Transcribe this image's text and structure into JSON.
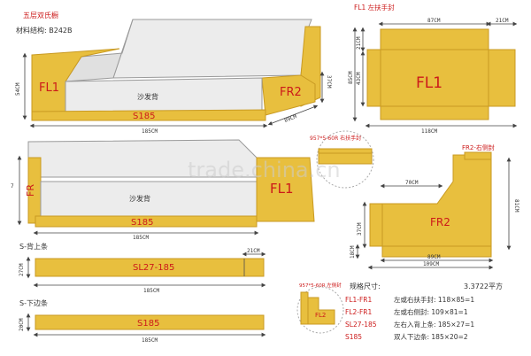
{
  "header": {
    "title": "五层双氏橱",
    "material": "材料结构: B242B"
  },
  "top_sofa": {
    "fl1": "FL1",
    "fr2": "FR2",
    "back": "沙发背",
    "s185": "S185",
    "width": "185CM",
    "depth": "89CM",
    "height": "54CM",
    "arm_h": "37CM"
  },
  "fl1_section": {
    "title": "FL1 左扶手封",
    "label": "FL1",
    "dim_87": "87CM",
    "dim_21_top": "21CM",
    "dim_21_left": "21CM",
    "dim_85": "85CM",
    "dim_43": "43CM",
    "dim_118": "118CM"
  },
  "front_sofa": {
    "fr": "FR",
    "fl1": "FL1",
    "back": "沙发背",
    "s185": "S185",
    "width": "185CM",
    "left_dim": "7"
  },
  "detail_fr": {
    "label": "957*5-60R 右扶手封"
  },
  "fr2_section": {
    "title": "FR2-右侧封",
    "label": "FR2",
    "dim_70": "70CM",
    "dim_81": "81CM",
    "dim_37": "37CM",
    "dim_18": "18CM",
    "dim_89": "89CM",
    "dim_109": "109CM"
  },
  "strip1": {
    "title": "S-背上条",
    "label": "SL27-185",
    "dim_21": "21CM",
    "dim_27": "27CM",
    "width": "185CM"
  },
  "strip2": {
    "title": "S-下边条",
    "label": "S185",
    "dim_20": "20CM",
    "width": "185CM"
  },
  "detail_fl2": {
    "label": "957*5-60R 左侧封",
    "part": "FL2"
  },
  "specs": {
    "title": "规格尺寸:",
    "total": "3.3722平方",
    "rows": [
      {
        "code": "FL1-FR1",
        "desc": "左或右扶手封: 118×85=1"
      },
      {
        "code": "FL2-FR1",
        "desc": "左或右侧封: 109×81=1"
      },
      {
        "code": "SL27-185",
        "desc": "左右入背上条: 185×27=1"
      },
      {
        "code": "S185",
        "desc": "双人下边条: 185×20=2"
      }
    ]
  },
  "watermark": "trade.china.cn",
  "colors": {
    "foam": "#e8bf3e",
    "foam_dark": "#c99a22",
    "grey": "#e9e9e9",
    "grey_edge": "#9a9a9a",
    "red": "#cc1a1a"
  }
}
